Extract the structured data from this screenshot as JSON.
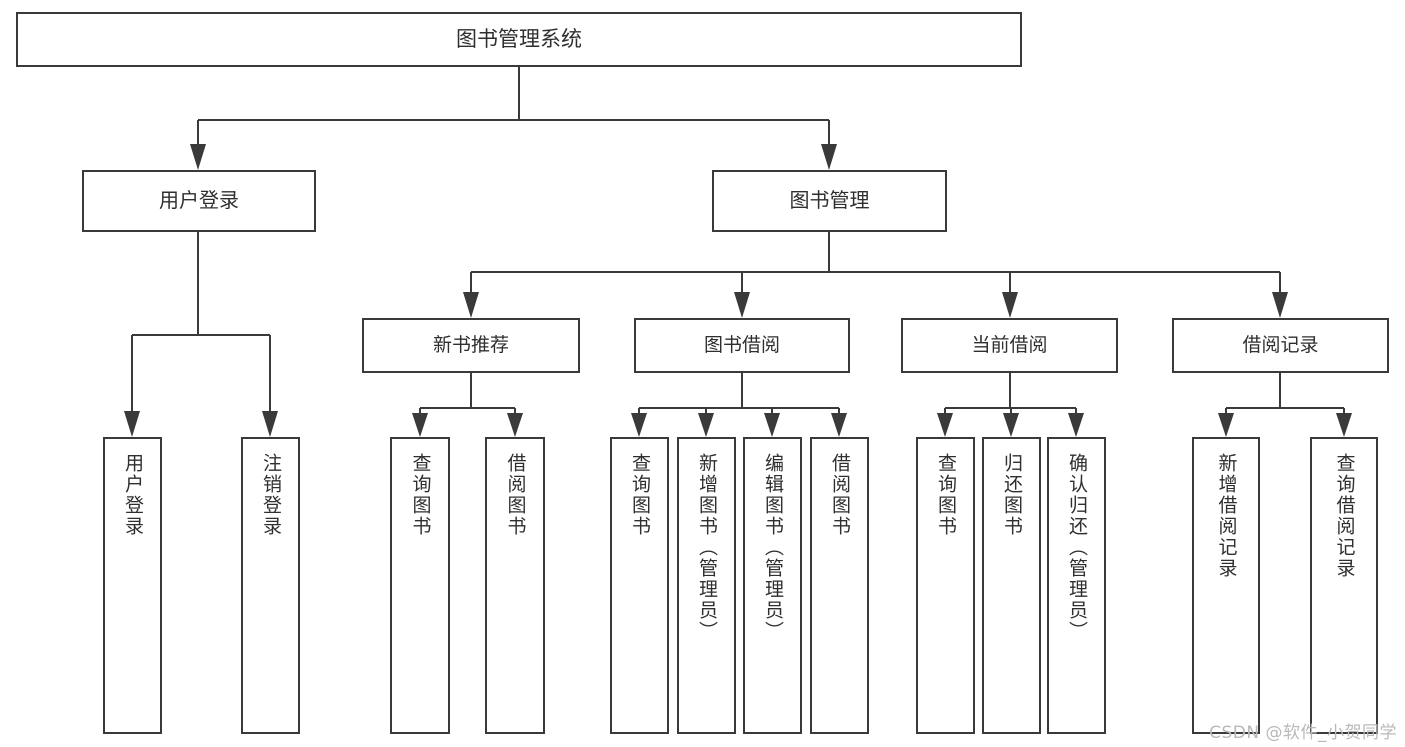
{
  "diagram": {
    "type": "tree",
    "title": "图书管理系统",
    "style": {
      "background": "#ffffff",
      "box_border": "#3a3a3a",
      "box_fill": "#ffffff",
      "text_color": "#2f2f2f",
      "connector_color": "#3a3a3a"
    },
    "root": {
      "label": "图书管理系统"
    },
    "level1": [
      {
        "label": "用户登录"
      },
      {
        "label": "图书管理"
      }
    ],
    "level2": [
      {
        "label": "新书推荐"
      },
      {
        "label": "图书借阅"
      },
      {
        "label": "当前借阅"
      },
      {
        "label": "借阅记录"
      }
    ],
    "leaves": {
      "user_login": [
        {
          "label": "用户登录"
        },
        {
          "label": "注销登录"
        }
      ],
      "new_book_recommend": [
        {
          "label": "查询图书"
        },
        {
          "label": "借阅图书"
        }
      ],
      "book_borrow": [
        {
          "label": "查询图书"
        },
        {
          "label": "新增图书（管理员）"
        },
        {
          "label": "编辑图书（管理员）"
        },
        {
          "label": "借阅图书"
        }
      ],
      "current_borrow": [
        {
          "label": "查询图书"
        },
        {
          "label": "归还图书"
        },
        {
          "label": "确认归还（管理员）"
        }
      ],
      "borrow_record": [
        {
          "label": "新增借阅记录"
        },
        {
          "label": "查询借阅记录"
        }
      ]
    }
  },
  "watermark": {
    "text": "CSDN @软件_小贺同学"
  }
}
